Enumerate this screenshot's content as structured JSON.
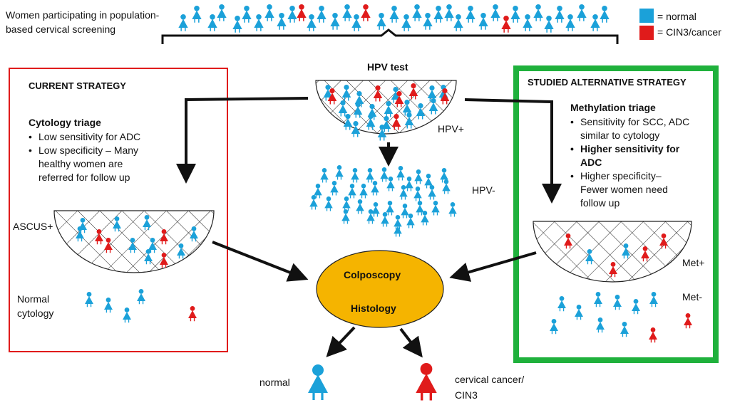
{
  "header": {
    "population_line1": "Women participating in population-",
    "population_line2": "based cervical screening"
  },
  "legend": {
    "normal": {
      "label": "= normal",
      "color": "#1ba1d9"
    },
    "cancer": {
      "label": "= CIN3/cancer",
      "color": "#e01b1b"
    }
  },
  "hpv": {
    "test": "HPV test",
    "positive": "HPV+",
    "negative": "HPV-"
  },
  "current": {
    "title": "CURRENT STRATEGY",
    "triage": "Cytology triage",
    "bullets": [
      [
        "Low sensitivity for ADC"
      ],
      [
        "Low specificity – Many",
        "healthy women are",
        "referred for follow up"
      ]
    ],
    "ascus": "ASCUS+",
    "normal_cyt_1": "Normal",
    "normal_cyt_2": "cytology",
    "border_color": "#e01b1b"
  },
  "alternative": {
    "title": "STUDIED ALTERNATIVE STRATEGY",
    "triage": "Methylation triage",
    "bullets": [
      [
        "Sensitivity for SCC, ADC",
        "similar to cytology"
      ],
      [
        "Higher sensitivity for",
        "ADC"
      ],
      [
        " Higher specificity–",
        "Fewer women need",
        "follow up"
      ]
    ],
    "met_pos": "Met+",
    "met_neg": "Met-",
    "border_color": "#1fb13c"
  },
  "center": {
    "colposcopy": "Colposcopy",
    "histology": "Histology",
    "fill": "#f5b400"
  },
  "outcomes": {
    "normal": "normal",
    "cancer_1": "cervical cancer/",
    "cancer_2": "CIN3"
  }
}
